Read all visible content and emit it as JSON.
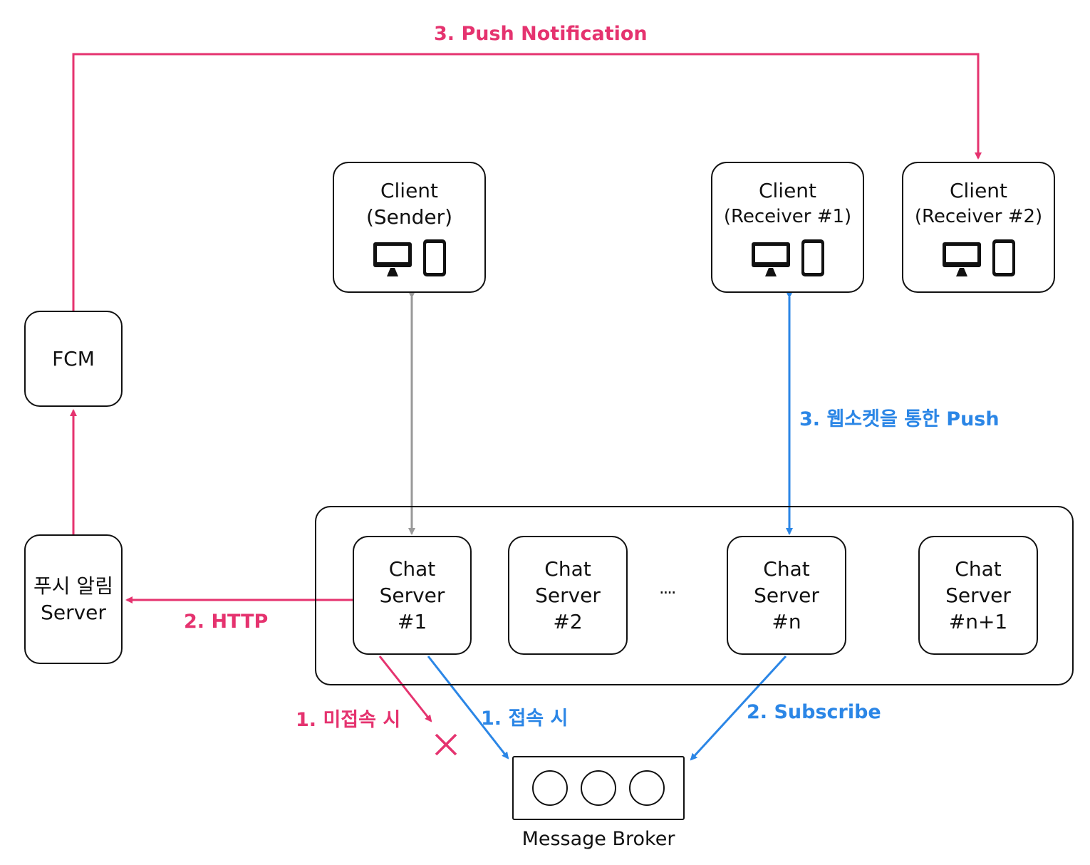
{
  "colors": {
    "pink": "#e5336f",
    "blue": "#2b86e6",
    "gray": "#999999",
    "black": "#111111"
  },
  "top_label": "3. Push Notification",
  "fcm": {
    "label": "FCM"
  },
  "push_server": {
    "line1": "푸시 알림",
    "line2": "Server"
  },
  "clients": {
    "sender": {
      "line1": "Client",
      "line2": "(Sender)"
    },
    "receiver1": {
      "line1": "Client",
      "line2": "(Receiver #1)"
    },
    "receiver2": {
      "line1": "Client",
      "line2": "(Receiver #2)"
    }
  },
  "device_icons": [
    "monitor-icon",
    "smartphone-icon"
  ],
  "servers": {
    "s1": {
      "line1": "Chat",
      "line2": "Server",
      "line3": "#1"
    },
    "s2": {
      "line1": "Chat",
      "line2": "Server",
      "line3": "#2"
    },
    "ellipsis": "····",
    "sn": {
      "line1": "Chat",
      "line2": "Server",
      "line3": "#n"
    },
    "sn1": {
      "line1": "Chat",
      "line2": "Server",
      "line3": "#n+1"
    }
  },
  "labels": {
    "http": "2. HTTP",
    "websocket_push": "3. 웹소켓을 통한 Push",
    "not_connected": "1. 미접속 시",
    "connected": "1. 접속 시",
    "subscribe": "2. Subscribe",
    "broker": "Message Broker"
  },
  "fail_mark": "✕"
}
